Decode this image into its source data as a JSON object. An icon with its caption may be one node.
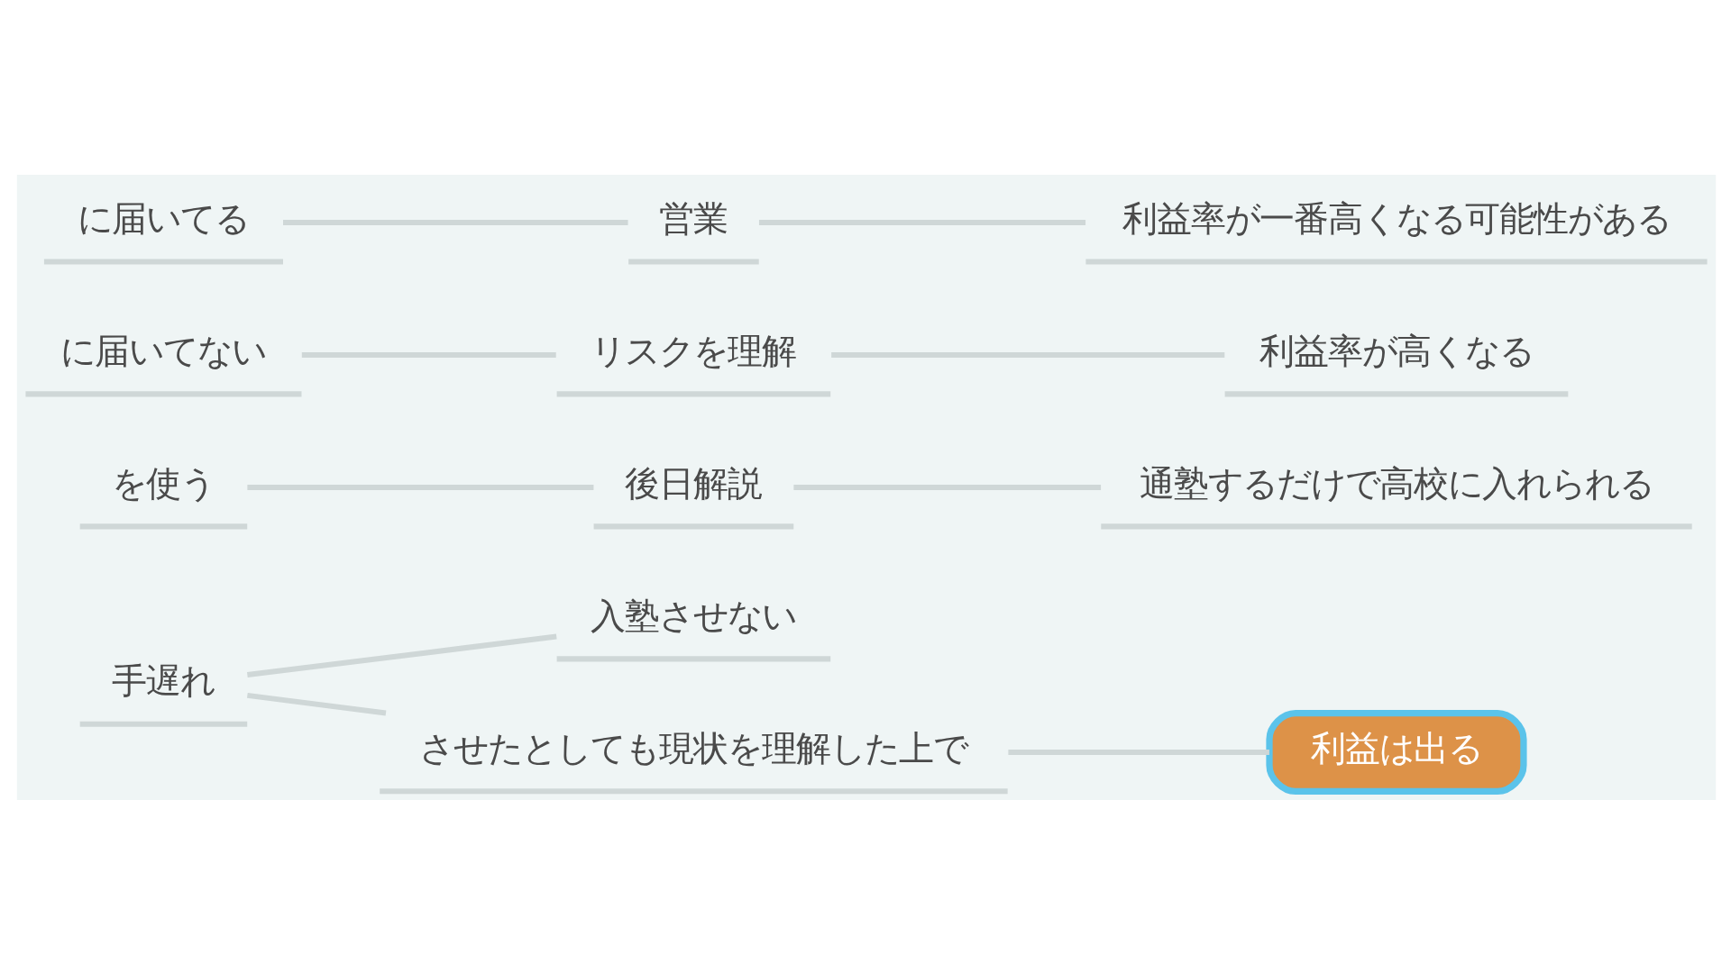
{
  "diagram": {
    "nodes": [
      {
        "text": [
          "に届いてる"
        ]
      },
      {
        "text": [
          "営業"
        ]
      },
      {
        "text": [
          "利益率が一番高くなる可能性がある"
        ]
      },
      {
        "text": [
          "に届いてない"
        ]
      },
      {
        "text": [
          "リスクを理解"
        ]
      },
      {
        "text": [
          "利益率が高くなる"
        ]
      },
      {
        "text": [
          "を使う"
        ]
      },
      {
        "text": [
          "後日解説"
        ]
      },
      {
        "text": [
          "通塾するだけで高校に入れられる"
        ]
      },
      {
        "text": [
          "手遅れ"
        ]
      },
      {
        "text": [
          "入塾させない"
        ]
      },
      {
        "text": [
          "させたとしても現状を理解した上で"
        ]
      },
      {
        "text": [
          "利益は出る"
        ]
      }
    ],
    "edges": [
      {
        "from": 0,
        "to": 1,
        "arrow": "none"
      },
      {
        "from": 1,
        "to": 2,
        "arrow": "none"
      },
      {
        "from": 3,
        "to": 4,
        "arrow": "none"
      },
      {
        "from": 4,
        "to": 5,
        "arrow": "none"
      },
      {
        "from": 6,
        "to": 7,
        "arrow": "none"
      },
      {
        "from": 7,
        "to": 8,
        "arrow": "none"
      },
      {
        "from": 9,
        "to": 10,
        "arrow": "none"
      },
      {
        "from": 9,
        "to": 11,
        "arrow": "none"
      },
      {
        "from": 11,
        "to": 12,
        "arrow": "none"
      }
    ]
  }
}
